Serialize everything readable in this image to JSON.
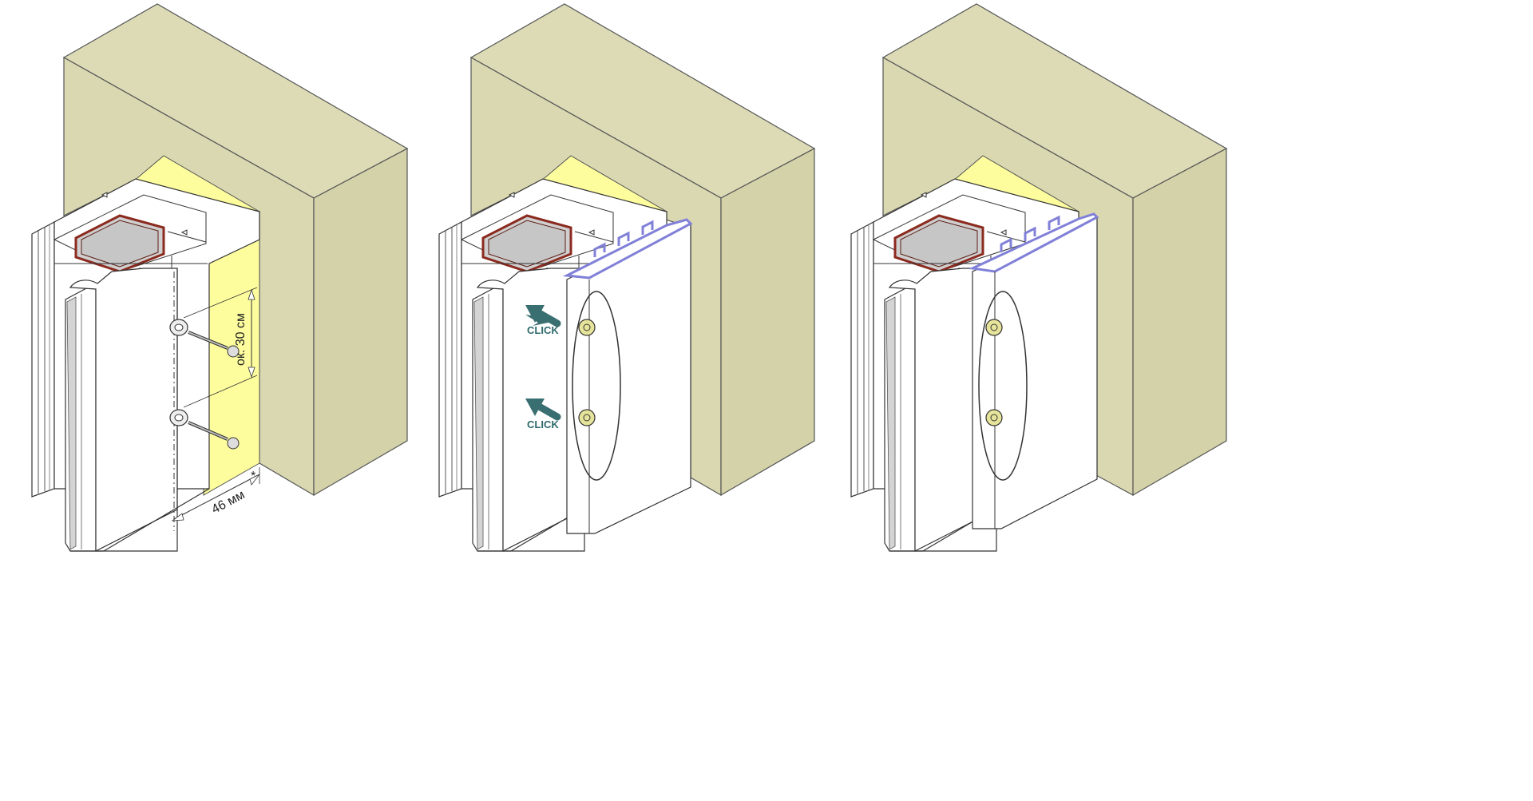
{
  "diagram": {
    "panels": [
      {
        "name": "step-1-screw-fixing",
        "labels": {
          "spacing": "ок. 30 см",
          "distance": "46 мм",
          "asterisk": "*"
        }
      },
      {
        "name": "step-2-click-on-cover",
        "labels": {
          "click_upper": "CLICK",
          "click_lower": "CLICK"
        }
      },
      {
        "name": "step-3-mounted-result",
        "labels": {}
      }
    ],
    "colors": {
      "wall_front": "#d9d8b1",
      "wall_side": "#d3d2a9",
      "wall_top": "#dcdbb6",
      "insulation": "#fdfd9e",
      "profile": "#ffffff",
      "steel_core": "#c9c9c9",
      "core_outline": "#8b2a1e",
      "cover_edge": "#8080d8",
      "arrow": "#3a6f72",
      "screw_head": "#e6e49a"
    }
  }
}
